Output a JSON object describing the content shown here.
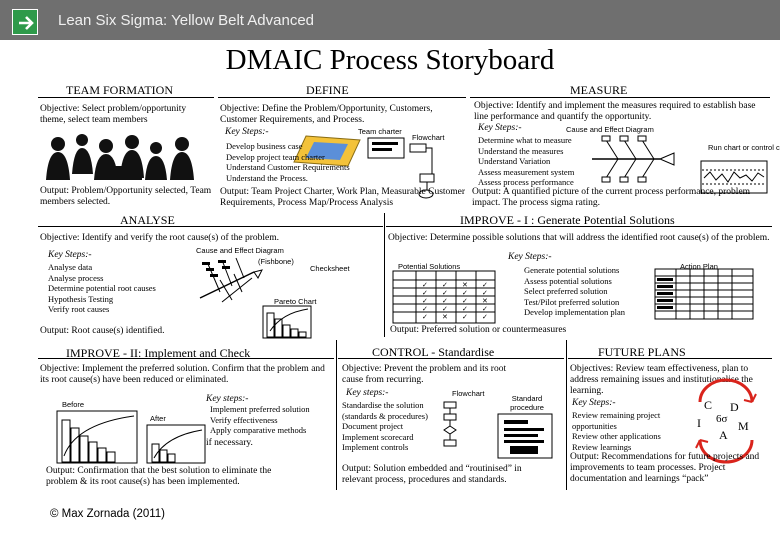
{
  "header": {
    "title": "Lean Six Sigma: Yellow Belt Advanced"
  },
  "main_title": "DMAIC Process Storyboard",
  "team": {
    "heading": "TEAM FORMATION",
    "objective": "Objective: Select problem/opportunity theme, select team members",
    "output": "Output: Problem/Opportunity selected, Team members selected."
  },
  "define": {
    "heading": "DEFINE",
    "objective": "Objective: Define the Problem/Opportunity, Customers, Customer Requirements, and Process.",
    "key_steps": "Key Steps:-",
    "team_charter": "Team charter",
    "flowchart": "Flowchart",
    "steps": [
      "Develop business case",
      "Develop project team charter",
      "Understand Customer Requirements",
      "Understand the Process."
    ],
    "output": "Output: Team Project Charter, Work Plan, Measurable Customer Requirements, Process Map/Process Analysis"
  },
  "measure": {
    "heading": "MEASURE",
    "objective": "Objective: Identify and implement the measures required to establish base line performance and quantify the opportunity.",
    "key_steps": "Key Steps:-",
    "ce_label": "Cause and Effect Diagram",
    "run_chart": "Run chart or control chart",
    "steps": [
      "Determine what to measure",
      "Understand the measures",
      "Understand Variation",
      "Assess measurement system",
      "Assess process performance"
    ],
    "output": "Output: A quantified picture of the current process performance, problem impact. The process sigma rating."
  },
  "analyse": {
    "heading": "ANALYSE",
    "objective": "Objective: Identify and verify the root cause(s) of the problem.",
    "key_steps": "Key Steps:-",
    "ce_label": "Cause and Effect Diagram",
    "fishbone": "(Fishbone)",
    "checksheet": "Checksheet",
    "pareto": "Pareto Chart",
    "steps": [
      "Analyse data",
      "Analyse process",
      "Determine potential root causes",
      "Hypothesis Testing",
      "Verify root causes"
    ],
    "output": "Output: Root cause(s) identified."
  },
  "improve1": {
    "heading": "IMPROVE - I : Generate Potential Solutions",
    "objective": "Objective: Determine possible solutions that will address the identified root cause(s) of the problem.",
    "key_steps": "Key Steps:-",
    "potential": "Potential Solutions",
    "action_plan": "Action Plan",
    "steps": [
      "Generate potential solutions",
      "Assess potential solutions",
      "Select preferred solution",
      "Test/Pilot preferred solution",
      "Develop implementation plan"
    ],
    "output": "Output: Preferred solution or countermeasures"
  },
  "improve2": {
    "heading": "IMPROVE - II: Implement and Check",
    "objective": "Objective: Implement the preferred solution. Confirm that the problem and its root cause(s) have been reduced or eliminated.",
    "before": "Before",
    "after": "After",
    "key_steps": "Key steps:-",
    "steps": [
      "Implement preferred solution",
      "Verify effectiveness",
      "Apply comparative methods"
    ],
    "steps_cont": "if necessary.",
    "output": "Output: Confirmation that the best solution to eliminate the problem & its root cause(s) has been implemented."
  },
  "control": {
    "heading": "CONTROL - Standardise",
    "objective": "Objective: Prevent the problem and its root cause from recurring.",
    "key_steps": "Key steps:-",
    "flowchart": "Flowchart",
    "standard_procedure": "Standard procedure",
    "steps": [
      "Standardise the solution",
      "(standards & procedures)",
      "Document project",
      "Implement scorecard",
      "Implement controls"
    ],
    "output": "Output: Solution embedded and “routinised” in relevant process, procedures and standards."
  },
  "future": {
    "heading": "FUTURE PLANS",
    "objective": "Objectives: Review team effectiveness, plan to address remaining issues and institutionalise the learning.",
    "key_steps": "Key Steps:-",
    "steps": [
      "Review remaining project opportunities",
      "Review other applications",
      "Review learnings"
    ],
    "pdca": [
      "C",
      "D",
      "I",
      "6σ",
      "M",
      "A"
    ],
    "output": "Output: Recommendations for future projects and improvements to team processes. Project documentation and learnings “pack”"
  },
  "copyright": "© Max Zornada (2011)",
  "colors": {
    "header_bg": "#6f6f6f",
    "arrow_green": "#2e9a4a",
    "charter_gold": "#f3c23a",
    "charter_blue": "#5b8fd9",
    "pdca_red": "#d9241c"
  }
}
